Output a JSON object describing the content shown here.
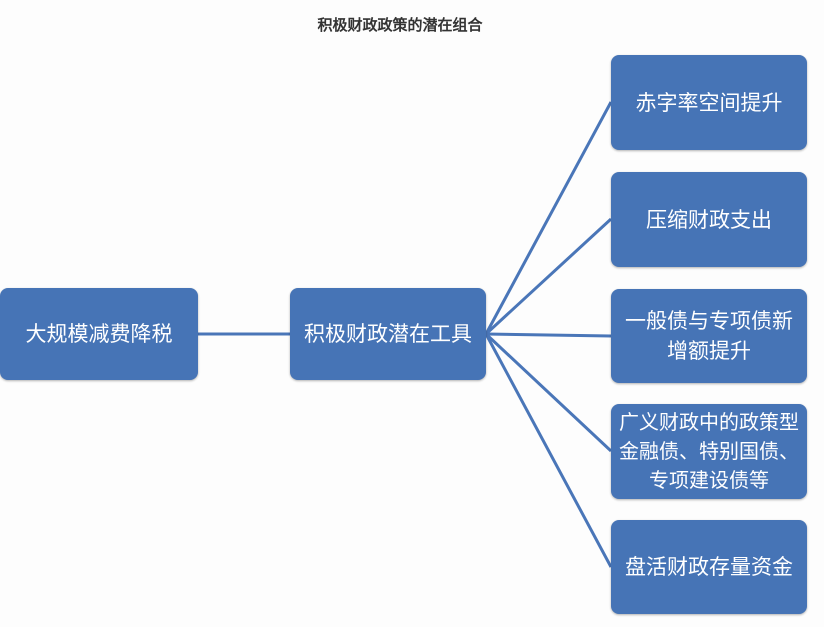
{
  "title": "积极财政政策的潜在组合",
  "left_node": "大规模减费降税",
  "center_node": "积极财政潜在工具",
  "branches": [
    "赤字率空间提升",
    "压缩财政支出",
    "一般债与专项债新增额提升",
    "广义财政中的政策型金融债、特别国债、专项建设债等",
    "盘活财政存量资金"
  ],
  "colors": {
    "box": "#4674b6",
    "line": "#4a76b8"
  }
}
